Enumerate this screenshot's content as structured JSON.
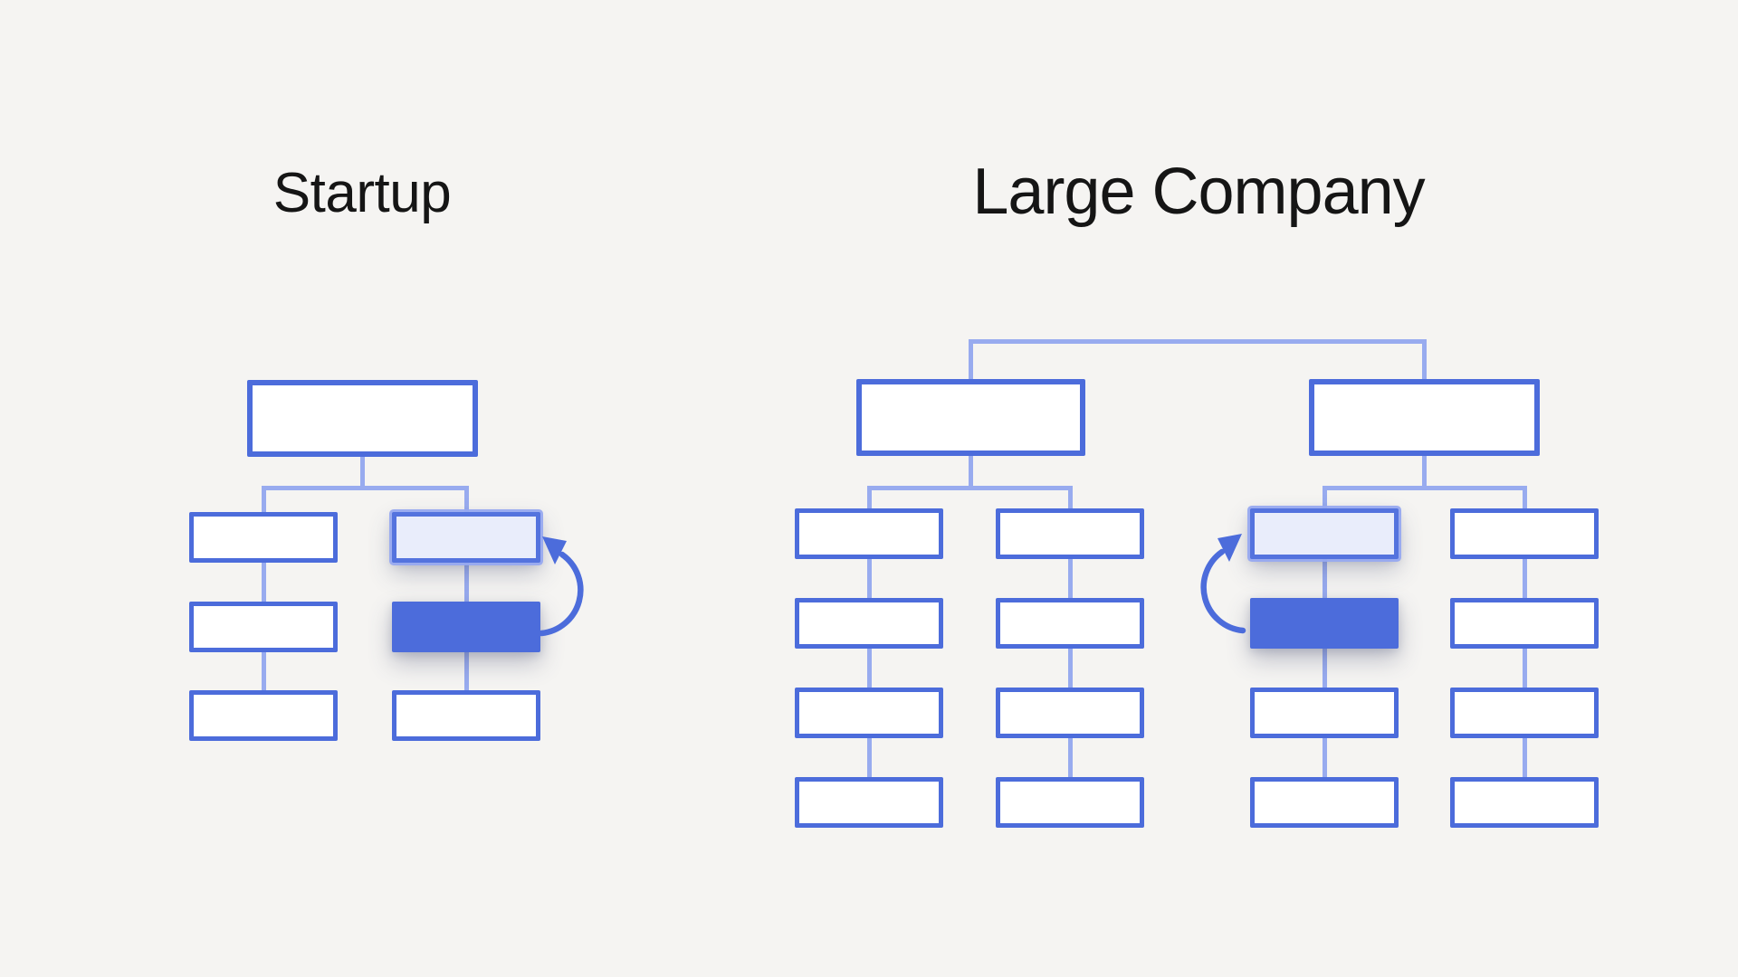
{
  "background": "#f5f4f2",
  "colors": {
    "box_border": "#4c6cdb",
    "box_fill": "#ffffff",
    "highlight_fill": "#e9edfb",
    "highlight_border": "#5473de",
    "promoted_fill": "#4c6cdb",
    "connector": "#98abef",
    "arrow": "#4c6cdb",
    "title_text": "#151515"
  },
  "diagrams": [
    {
      "title": "Startup",
      "root_boxes": 1,
      "arrow": {
        "icon": "curved-swap-arrow",
        "side": "right"
      },
      "columns": [
        {
          "boxes": [
            "plain",
            "plain",
            "plain"
          ]
        },
        {
          "boxes": [
            "highlighted",
            "promoted",
            "plain"
          ]
        }
      ]
    },
    {
      "title": "Large Company",
      "root_boxes": 2,
      "arrow": {
        "icon": "curved-swap-arrow",
        "side": "left"
      },
      "columns": [
        {
          "boxes": [
            "plain",
            "plain",
            "plain",
            "plain"
          ]
        },
        {
          "boxes": [
            "plain",
            "plain",
            "plain",
            "plain"
          ]
        },
        {
          "boxes": [
            "highlighted",
            "promoted",
            "plain",
            "plain"
          ]
        },
        {
          "boxes": [
            "plain",
            "plain",
            "plain",
            "plain"
          ]
        }
      ]
    }
  ]
}
